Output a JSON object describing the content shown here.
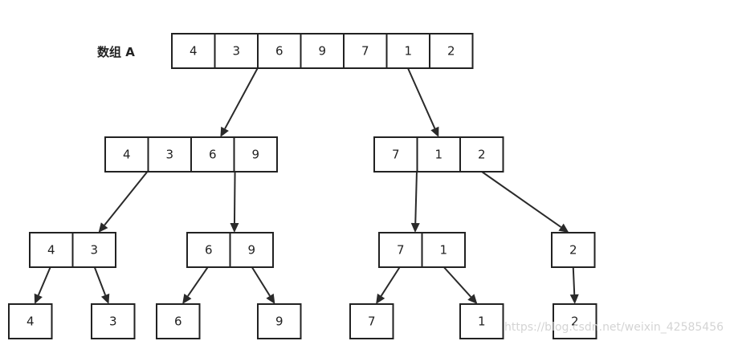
{
  "title": "数组 A",
  "watermark": "https://blog.csdn.net/weixin_42585456",
  "levels": [
    [
      {
        "id": "root",
        "values": [
          "4",
          "3",
          "6",
          "9",
          "7",
          "1",
          "2"
        ]
      }
    ],
    [
      {
        "id": "l1-left",
        "values": [
          "4",
          "3",
          "6",
          "9"
        ]
      },
      {
        "id": "l1-right",
        "values": [
          "7",
          "1",
          "2"
        ]
      }
    ],
    [
      {
        "id": "l2-a",
        "values": [
          "4",
          "3"
        ]
      },
      {
        "id": "l2-b",
        "values": [
          "6",
          "9"
        ]
      },
      {
        "id": "l2-c",
        "values": [
          "7",
          "1"
        ]
      },
      {
        "id": "l2-d",
        "values": [
          "2"
        ]
      }
    ],
    [
      {
        "id": "l3-a",
        "values": [
          "4"
        ]
      },
      {
        "id": "l3-b",
        "values": [
          "3"
        ]
      },
      {
        "id": "l3-c",
        "values": [
          "6"
        ]
      },
      {
        "id": "l3-d",
        "values": [
          "9"
        ]
      },
      {
        "id": "l3-e",
        "values": [
          "7"
        ]
      },
      {
        "id": "l3-f",
        "values": [
          "1"
        ]
      },
      {
        "id": "l3-g",
        "values": [
          "2"
        ]
      }
    ]
  ],
  "edges": [
    {
      "from": "root",
      "to": "l1-left"
    },
    {
      "from": "root",
      "to": "l1-right"
    },
    {
      "from": "l1-left",
      "to": "l2-a"
    },
    {
      "from": "l1-left",
      "to": "l2-b"
    },
    {
      "from": "l1-right",
      "to": "l2-c"
    },
    {
      "from": "l1-right",
      "to": "l2-d"
    },
    {
      "from": "l2-a",
      "to": "l3-a"
    },
    {
      "from": "l2-a",
      "to": "l3-b"
    },
    {
      "from": "l2-b",
      "to": "l3-c"
    },
    {
      "from": "l2-b",
      "to": "l3-d"
    },
    {
      "from": "l2-c",
      "to": "l3-e"
    },
    {
      "from": "l2-c",
      "to": "l3-f"
    },
    {
      "from": "l2-d",
      "to": "l3-g"
    }
  ]
}
